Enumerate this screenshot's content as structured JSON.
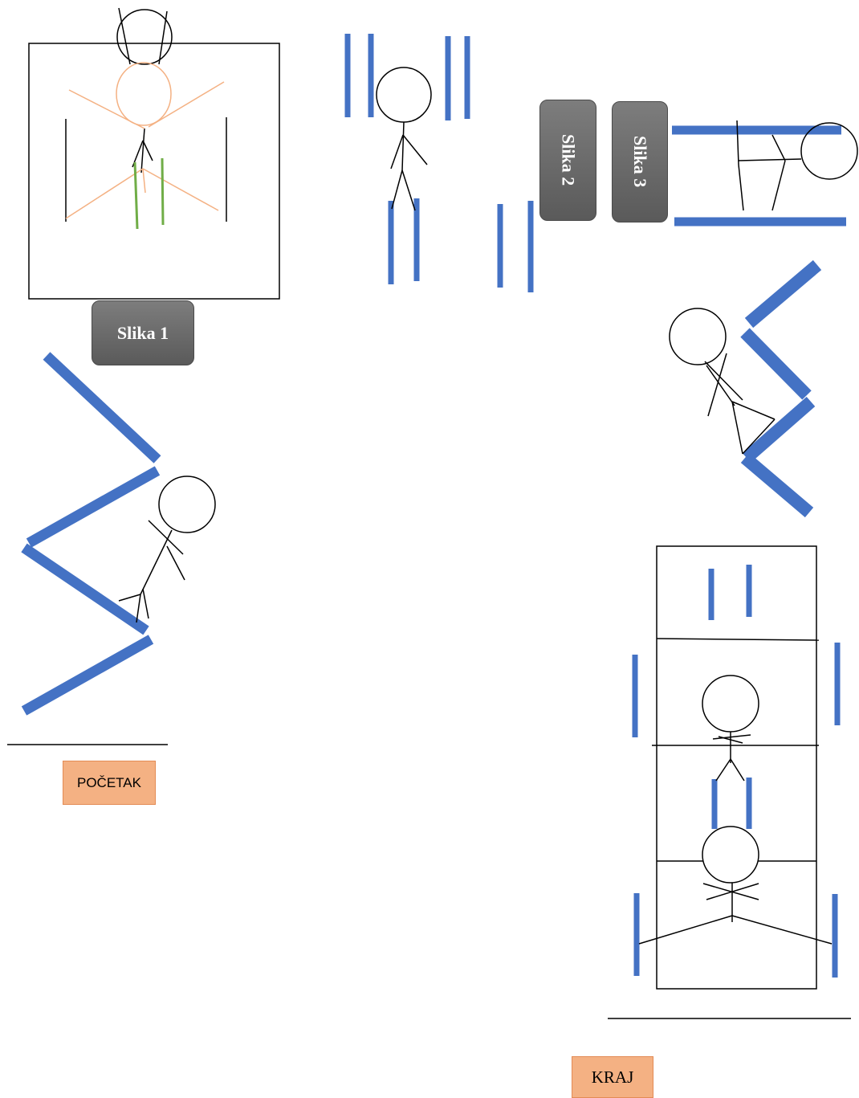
{
  "labels": {
    "slika1": "Slika 1",
    "slika2": "Slika 2",
    "slika3": "Slika 3",
    "start": "POČETAK",
    "end": "KRAJ"
  },
  "colors": {
    "bar": "#4472c4",
    "arrow": "#f4b183",
    "legs": "#70ad47",
    "callout": "#6b6b6b",
    "tag_fill": "#f4b183"
  }
}
